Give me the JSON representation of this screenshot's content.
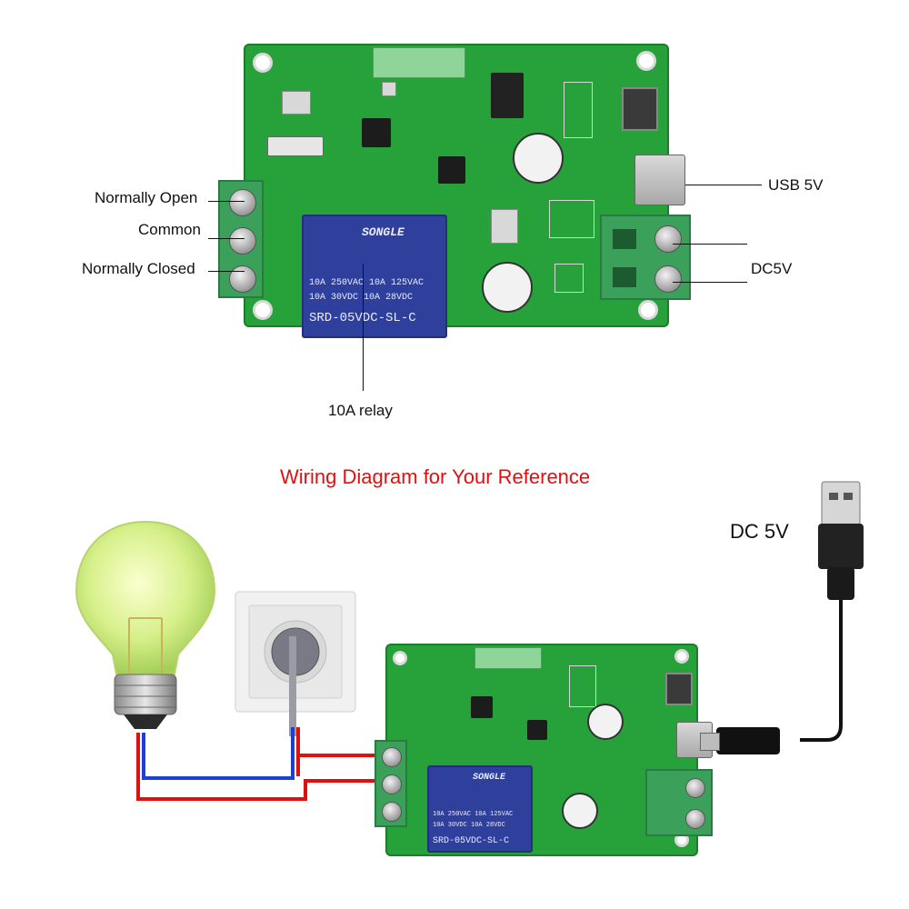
{
  "labels": {
    "normally_open": "Normally Open",
    "common": "Common",
    "normally_closed": "Normally Closed",
    "usb_5v": "USB 5V",
    "dc5v": "DC5V",
    "relay_10a": "10A relay",
    "wiring_title": "Wiring Diagram for Your Reference",
    "dc_5v": "DC 5V"
  },
  "relay": {
    "brand": "SONGLE",
    "line1": "10A 250VAC  10A 125VAC",
    "line2": "10A 30VDC  10A 28VDC",
    "model": "SRD-05VDC-SL-C"
  },
  "colors": {
    "pcb": "#27a13a",
    "relay": "#2f3f9c",
    "title": "#e01010",
    "wire_live": "#e01010",
    "wire_neutral": "#1c3fd8"
  }
}
